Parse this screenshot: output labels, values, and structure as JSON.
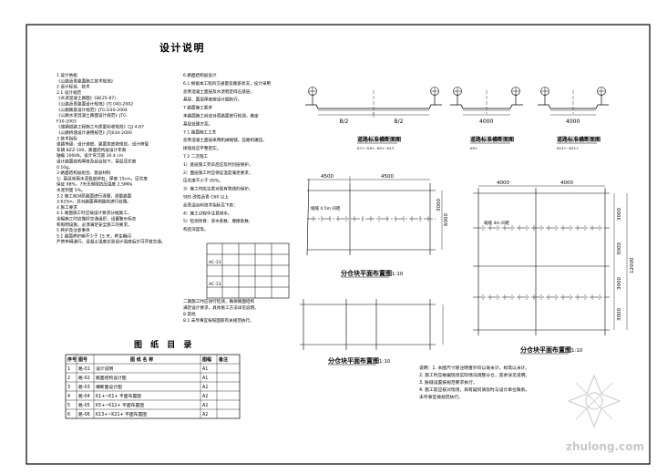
{
  "title": "设计说明",
  "notes_left": [
    "1 设计依据",
    "《公路沥青路面施工技术规范》",
    "2 设计标准、技术",
    "2.1 设计规范",
    "《水泥混凝土路面》GB(25-87)",
    "《公路沥青路面设计规范》JTJ 040-2002",
    "《公路路基设计规范》JTG D30-2004",
    "《公路水泥混凝土路面设计规范》JTG",
    "F30-2003",
    "《城镇道路工程施工与质量验收规范》CJJ 4-87",
    "《公路桥涵设计通用规范》JTJ034-2000",
    "3 技术指标",
    "道路等级、设计速度、路面宽度按规划，设计荷载",
    "车辆 BZZ-100，路面结构层设计年限",
    "轴载 100kN，设计弯沉值 30.4 cm",
    "设计路面结构厚度及组合如下，基层压实度",
    "0.10g。",
    "3 路面结构层组合、基层材料",
    "1）基层采用水泥稳定碎石，厚度 15cm，压实度",
    "保证 98%，7天无侧限抗压强度 2.5MPa",
    "水泥剂量 5%。",
    "3.2 施工前对原路面进行清理，测量路面",
    "3.625m，并对路面两侧路肩进行处理。",
    "4 施工要求",
    "4.1 路面施工时应按设计要求分幅施工，",
    "全幅施工时应做好交通组织，设置警示标志",
    "和照明设施，必须满足安全施工的要求。",
    "5 养护及注意事项",
    "5.1 路面养护期不少于 15 天，养生期间",
    "严禁车辆通行，混凝土强度达到设计强度后方可开放交通。"
  ],
  "notes_mid": [
    "6 路面结构层设计",
    "6.1 根据本工程的交通量及路基状况，设计采用",
    "沥青混凝土面层及水泥稳定碎石基层，",
    "基层、面层厚度按设计图执行。",
    "7 路面施工要求",
    "本路面施工前应对原路面进行检测，确定",
    "基层处理方案。",
    "7.1 路面施工工艺",
    "沥青混凝土面层采用机械摊铺，压路机碾压，",
    "接缝处应平整密实。",
    "7.2 二次施工",
    "1）基层施工完毕后应及时封层保护。",
    "2）面层施工时应保证温度满足要求，",
    "压实度不小于 95%。",
    "3）施工时应注意对既有管线的保护。",
    "SBS 改性沥青 C60 以上",
    "沥青混合料技术指标见下表：",
    "4）施工过程中注意排水。",
    "5）检测项目：渗水系数、摩擦系数、",
    "构造深度等。"
  ],
  "mid_table": {
    "rows": [
      [
        "",
        "项目",
        "指标",
        "指标",
        "指标"
      ],
      [
        "",
        "",
        "",
        "",
        ""
      ],
      [
        "AC-13",
        "",
        "",
        "",
        ""
      ],
      [
        "",
        "",
        "",
        "",
        ""
      ],
      [
        "AC-13",
        "",
        "",
        "",
        ""
      ]
    ]
  },
  "notes_mid_tail": [
    "二期施工时应进行检测，确保路面结构",
    "满足设计要求，具体施工方法详见说明。",
    "8 其他",
    "8.1 未尽事宜按照国家有关规范执行。"
  ],
  "drawing_index": {
    "title": "图 纸 目 录",
    "headers": [
      "序号",
      "图号",
      "图 纸 名 称",
      "图幅",
      "备注"
    ],
    "rows": [
      [
        "1",
        "路-01",
        "设计说明",
        "A1",
        ""
      ],
      [
        "2",
        "路-02",
        "路面结构设计图",
        "A1",
        ""
      ],
      [
        "3",
        "路-03",
        "横断面设计图",
        "A2",
        ""
      ],
      [
        "4",
        "路-04",
        "K1+~K1+ 平面布置图",
        "A2",
        ""
      ],
      [
        "5",
        "路-05",
        "K5+~K12+ 平面布置图",
        "A2",
        ""
      ],
      [
        "6",
        "路-06",
        "K13+~K21+ 平面布置图",
        "A2",
        ""
      ]
    ]
  },
  "cross_sections": [
    {
      "caption": "道路标准横断面图",
      "sub": "K7+~K9+, K9+~K13",
      "dims": [
        "B/2",
        "B/2"
      ]
    },
    {
      "caption": "道路标准横断面图",
      "sub": "K9+",
      "dims": [
        "4000"
      ]
    },
    {
      "caption": "道路标准横断面图",
      "sub": "K13+~K21+",
      "dims": [
        "4000"
      ]
    }
  ],
  "plans": {
    "small": {
      "top_dims": [
        "4500",
        "4500"
      ],
      "side_dims": [
        "3000",
        "6000"
      ],
      "label": "缩缝 4.5m 间距",
      "caption": "分仓块平面布置图",
      "scale": "1:10"
    },
    "lower": {
      "caption": "分仓块平面布置图",
      "scale": "1:10"
    },
    "large": {
      "top_dims": [
        "4000",
        "4000"
      ],
      "side_dims": [
        "3000",
        "3000",
        "3000",
        "3000"
      ],
      "total_dim": "12000",
      "label": "缩缝 4m 间距",
      "caption": "分仓块平面布置图",
      "scale": "1:10"
    }
  },
  "bottom_notes": [
    "说明：1. 本图尺寸除注明者外均以毫米计，标高以米计。",
    "2. 施工时应根据现场实际情况调整分仓，其余详见说明。",
    "3. 胀缝设置按规范要求执行。",
    "4. 施工前应核对现场，如有疑问请及时与设计单位联系。",
    "未尽事宜按规范执行。"
  ],
  "watermark": "zhulong.com"
}
